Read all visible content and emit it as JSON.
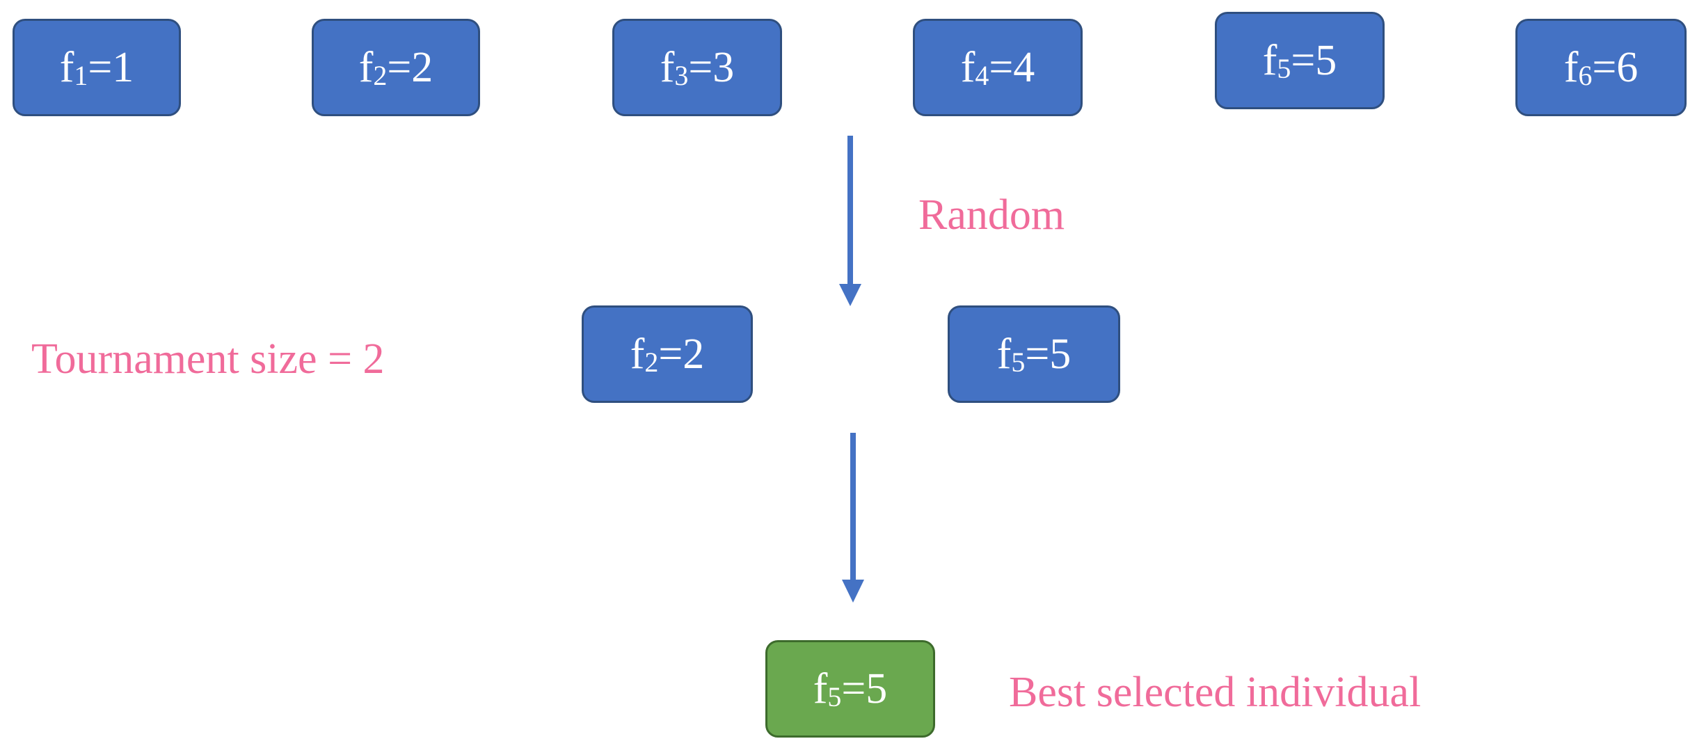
{
  "population": [
    {
      "f": "f",
      "sub": "1",
      "eq": "=1"
    },
    {
      "f": "f",
      "sub": "2",
      "eq": "=2"
    },
    {
      "f": "f",
      "sub": "3",
      "eq": "=3"
    },
    {
      "f": "f",
      "sub": "4",
      "eq": "=4"
    },
    {
      "f": "f",
      "sub": "5",
      "eq": "=5"
    },
    {
      "f": "f",
      "sub": "6",
      "eq": "=6"
    }
  ],
  "tournament": [
    {
      "f": "f",
      "sub": "2",
      "eq": "=2"
    },
    {
      "f": "f",
      "sub": "5",
      "eq": "=5"
    }
  ],
  "best": {
    "f": "f",
    "sub": "5",
    "eq": "=5"
  },
  "labels": {
    "random": "Random",
    "tournament_size": "Tournament size = 2",
    "best_selected": "Best selected individual"
  },
  "colors": {
    "box_fill": "#4472c4",
    "best_fill": "#6aa84f",
    "label_text": "#f06b9a",
    "arrow": "#4472c4"
  }
}
